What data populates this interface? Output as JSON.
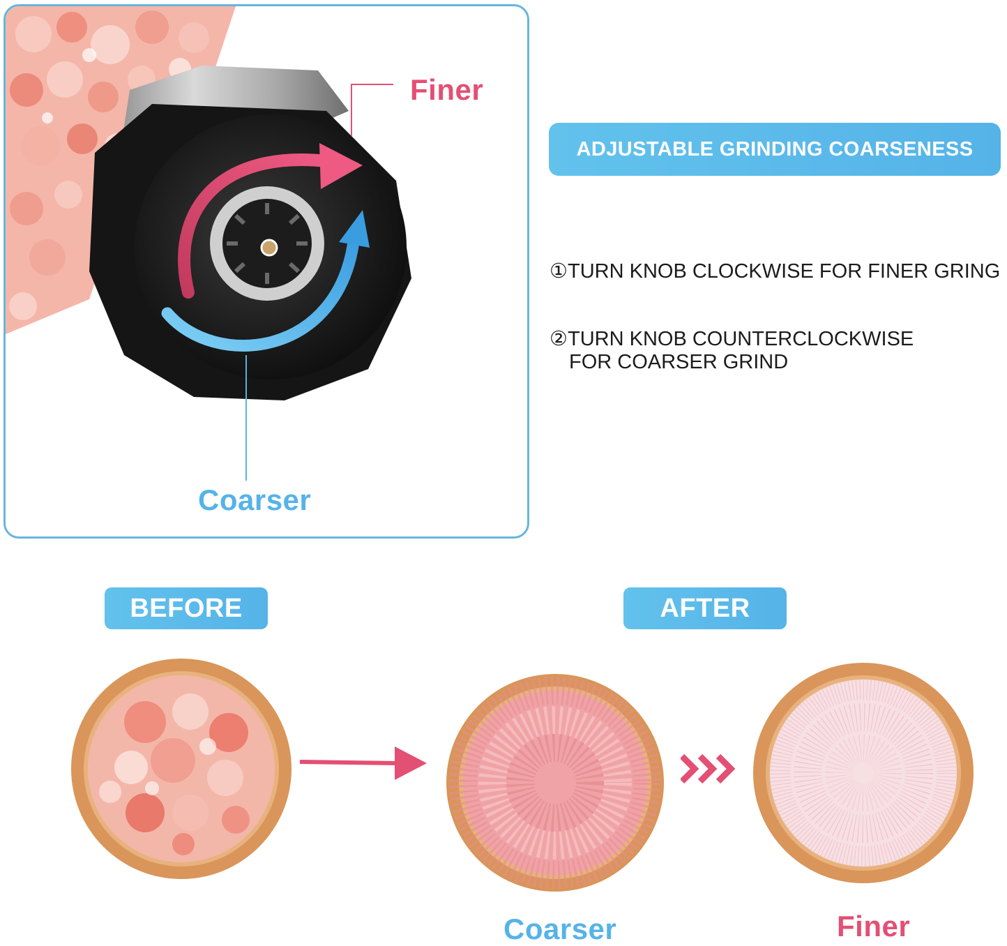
{
  "colors": {
    "accent_blue": "#55b3e8",
    "accent_blue_light": "#62c2ec",
    "accent_pink": "#e44f74",
    "panel_border": "#66b6dd",
    "text_dark": "#1b1b1b",
    "salt_pink": "#f2a79e",
    "wood": "#d9955a"
  },
  "grinder_panel": {
    "finer_label": "Finer",
    "coarser_label": "Coarser",
    "icons": [
      "pink-clockwise-arrow-icon",
      "blue-counterclockwise-arrow-icon"
    ]
  },
  "headline": "ADJUSTABLE GRINDING COARSENESS",
  "instructions": {
    "step1": "①TURN KNOB CLOCKWISE FOR FINER GRING",
    "step2_line1": "②TURN KNOB COUNTERCLOCKWISE",
    "step2_line2": "FOR COARSER GRIND"
  },
  "comparison": {
    "before_tag": "BEFORE",
    "after_tag": "AFTER",
    "coarser_label": "Coarser",
    "finer_label": "Finer",
    "icons": [
      "pink-right-arrow-icon",
      "pink-chevrons-icon"
    ]
  }
}
